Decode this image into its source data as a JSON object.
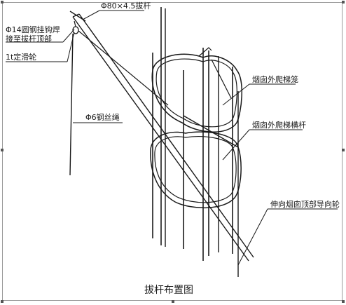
{
  "diagram": {
    "caption": "拔杆布置图",
    "labels": {
      "pole_spec": "Φ80×4.5拔杆",
      "hook_line1": "Φ14圆钢挂钩焊",
      "hook_line2": "接至拔杆顶部",
      "pulley": "1t定滑轮",
      "wire_rope": "Φ6钢丝绳",
      "cage": "烟囱外爬梯笼",
      "crossbar": "烟囱外爬梯横杆",
      "guide_wheel": "伸向烟囱顶部导向轮"
    }
  }
}
